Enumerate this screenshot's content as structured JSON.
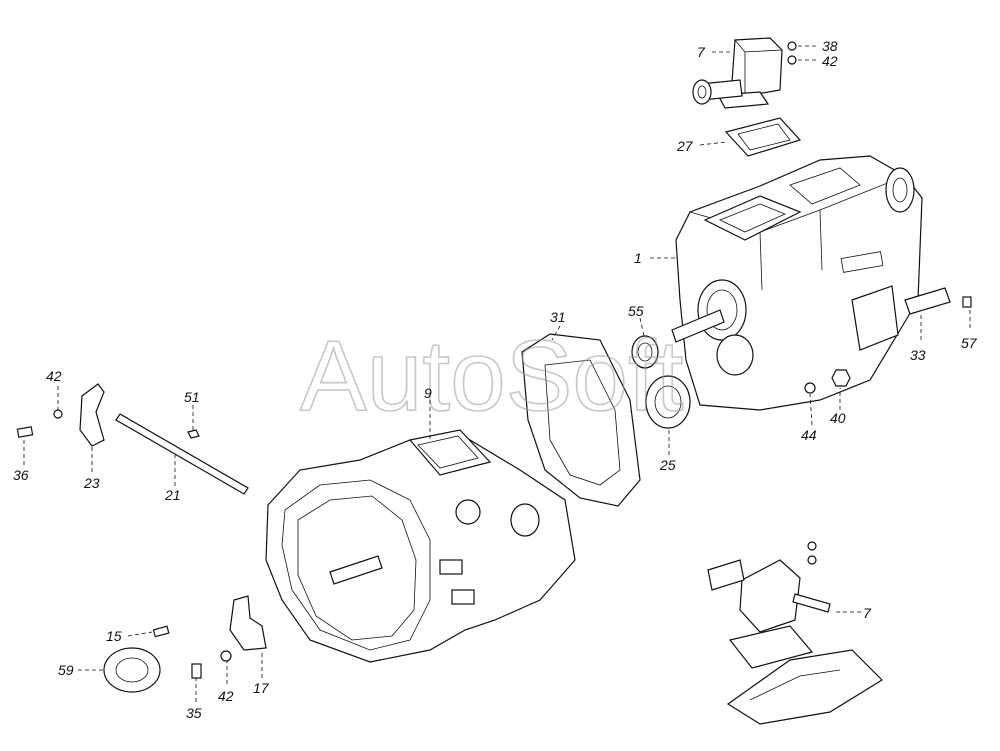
{
  "watermark": "AutoSoft",
  "callouts": {
    "c1": "1",
    "c7a": "7",
    "c7b": "7",
    "c9": "9",
    "c15": "15",
    "c17": "17",
    "c21": "21",
    "c23": "23",
    "c25": "25",
    "c27": "27",
    "c31": "31",
    "c33": "33",
    "c35": "35",
    "c36": "36",
    "c38": "38",
    "c40": "40",
    "c42a": "42",
    "c42b": "42",
    "c42c": "42",
    "c44": "44",
    "c51": "51",
    "c55": "55",
    "c57": "57",
    "c59": "59"
  }
}
